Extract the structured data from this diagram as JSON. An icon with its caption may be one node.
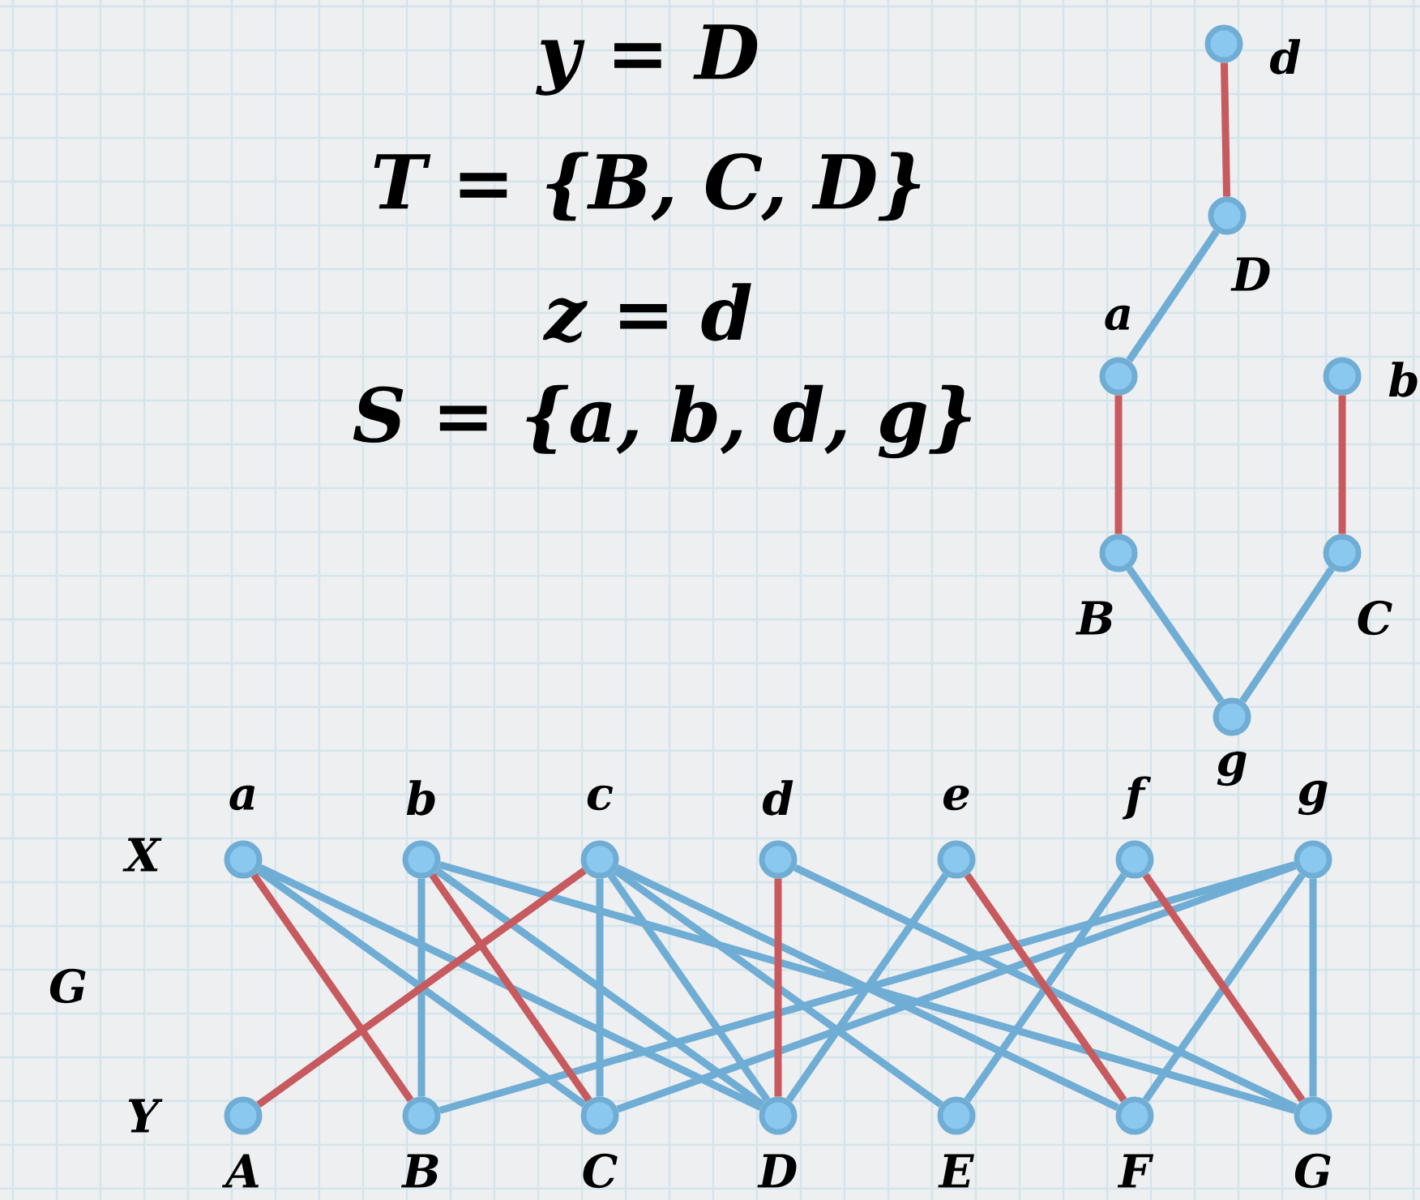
{
  "diagram": {
    "nodes": [
      {
        "text": [],
        "shape": "circle",
        "beside": [
          "d"
        ]
      },
      {
        "text": [],
        "shape": "circle",
        "beside": [
          "D"
        ]
      },
      {
        "text": [],
        "shape": "circle",
        "beside": [
          "a"
        ]
      },
      {
        "text": [],
        "shape": "circle",
        "beside": [
          "b"
        ]
      },
      {
        "text": [],
        "shape": "circle",
        "beside": [
          "B"
        ]
      },
      {
        "text": [],
        "shape": "circle",
        "beside": [
          "C"
        ]
      },
      {
        "text": [],
        "shape": "circle",
        "beside": [
          "g"
        ]
      },
      {
        "text": [],
        "shape": "circle",
        "beside": [
          "a"
        ]
      },
      {
        "text": [],
        "shape": "circle",
        "beside": [
          "b"
        ]
      },
      {
        "text": [],
        "shape": "circle",
        "beside": [
          "c"
        ]
      },
      {
        "text": [],
        "shape": "circle",
        "beside": [
          "d"
        ]
      },
      {
        "text": [],
        "shape": "circle",
        "beside": [
          "e"
        ]
      },
      {
        "text": [],
        "shape": "circle",
        "beside": [
          "f"
        ]
      },
      {
        "text": [],
        "shape": "circle",
        "beside": [
          "g"
        ]
      },
      {
        "text": [],
        "shape": "circle",
        "beside": [
          "A"
        ]
      },
      {
        "text": [],
        "shape": "circle",
        "beside": [
          "B"
        ]
      },
      {
        "text": [],
        "shape": "circle",
        "beside": [
          "C"
        ]
      },
      {
        "text": [],
        "shape": "circle",
        "beside": [
          "D"
        ]
      },
      {
        "text": [],
        "shape": "circle",
        "beside": [
          "E"
        ]
      },
      {
        "text": [],
        "shape": "circle",
        "beside": [
          "F"
        ]
      },
      {
        "text": [],
        "shape": "circle",
        "beside": [
          "G"
        ]
      }
    ],
    "edges": [
      {
        "from": 0,
        "to": 1,
        "arrow": "none",
        "color": "#c65a5e"
      },
      {
        "from": 1,
        "to": 2,
        "arrow": "none"
      },
      {
        "from": 2,
        "to": 4,
        "arrow": "none",
        "color": "#c65a5e"
      },
      {
        "from": 3,
        "to": 5,
        "arrow": "none",
        "color": "#c65a5e"
      },
      {
        "from": 4,
        "to": 6,
        "arrow": "none"
      },
      {
        "from": 5,
        "to": 6,
        "arrow": "none"
      },
      {
        "from": 7,
        "to": 15,
        "arrow": "none",
        "color": "#c65a5e"
      },
      {
        "from": 7,
        "to": 16,
        "arrow": "none"
      },
      {
        "from": 7,
        "to": 17,
        "arrow": "none"
      },
      {
        "from": 8,
        "to": 15,
        "arrow": "none"
      },
      {
        "from": 8,
        "to": 16,
        "arrow": "none",
        "color": "#c65a5e"
      },
      {
        "from": 8,
        "to": 17,
        "arrow": "none"
      },
      {
        "from": 8,
        "to": 20,
        "arrow": "none"
      },
      {
        "from": 9,
        "to": 14,
        "arrow": "none",
        "color": "#c65a5e"
      },
      {
        "from": 9,
        "to": 16,
        "arrow": "none"
      },
      {
        "from": 9,
        "to": 17,
        "arrow": "none"
      },
      {
        "from": 9,
        "to": 18,
        "arrow": "none"
      },
      {
        "from": 9,
        "to": 19,
        "arrow": "none"
      },
      {
        "from": 10,
        "to": 17,
        "arrow": "none",
        "color": "#c65a5e"
      },
      {
        "from": 10,
        "to": 20,
        "arrow": "none"
      },
      {
        "from": 11,
        "to": 17,
        "arrow": "none"
      },
      {
        "from": 11,
        "to": 19,
        "arrow": "none",
        "color": "#c65a5e"
      },
      {
        "from": 12,
        "to": 18,
        "arrow": "none"
      },
      {
        "from": 12,
        "to": 20,
        "arrow": "none",
        "color": "#c65a5e"
      },
      {
        "from": 13,
        "to": 15,
        "arrow": "none"
      },
      {
        "from": 13,
        "to": 16,
        "arrow": "none"
      },
      {
        "from": 13,
        "to": 19,
        "arrow": "none"
      },
      {
        "from": 13,
        "to": 20,
        "arrow": "none"
      }
    ],
    "labels": [
      "y = D",
      "T = {B, C, D}",
      "z = d",
      "S = {a, b, d, g}",
      "X",
      "G",
      "Y"
    ]
  }
}
